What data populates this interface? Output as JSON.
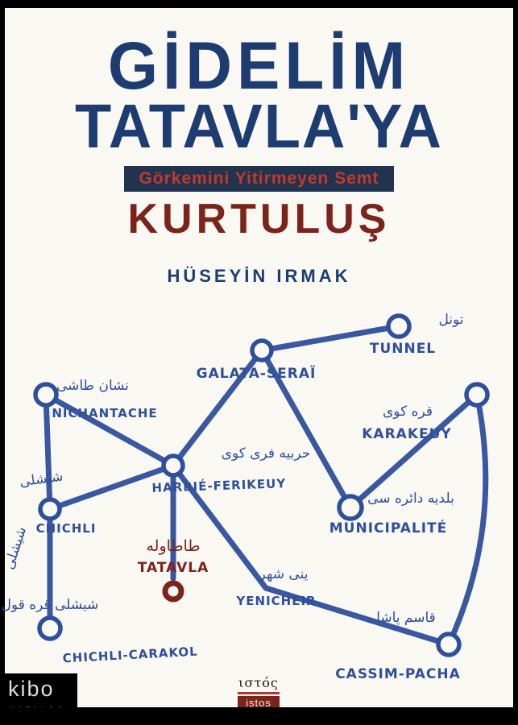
{
  "cover": {
    "title_line1": "GİDELİM",
    "title_line2": "TATAVLA'YA",
    "banner_text": "Görkemini Yitirmeyen Semt",
    "series_title": "KURTULUŞ",
    "author": "HÜSEYİN IRMAK"
  },
  "map": {
    "stations": [
      {
        "id": "tunnel",
        "name": "TUNNEL",
        "ottoman": "تونل"
      },
      {
        "id": "galata-serai",
        "name": "GALATA-SERAÏ"
      },
      {
        "id": "nichantache",
        "name": "NICHANTACHE",
        "ottoman": "نشان طاشی"
      },
      {
        "id": "karakeuy",
        "name": "KARAKEUY",
        "ottoman": "قره كوی"
      },
      {
        "id": "harbie-ferikeuy",
        "name": "HARBIÉ-FERIKEUY",
        "ottoman": "حربیه فری كوی"
      },
      {
        "id": "chichli",
        "name": "CHICHLI",
        "ottoman": "شیشلی",
        "ottoman_alt": "شیشلی"
      },
      {
        "id": "municipalite",
        "name": "MUNICIPALITÉ",
        "ottoman": "بلدیه دائره سی"
      },
      {
        "id": "tatavla",
        "name": "TATAVLA",
        "ottoman": "طاطاوله"
      },
      {
        "id": "yenicheir",
        "name": "YENICHEIR",
        "ottoman": "ینی شهر"
      },
      {
        "id": "chichli-carakol",
        "name": "CHICHLI-CARAKOL",
        "ottoman": "شیشلی قره قول"
      },
      {
        "id": "cassim-pacha",
        "name": "CASSIM-PACHA",
        "ottoman": "قاسم پاشا"
      }
    ]
  },
  "publisher": {
    "greek": "ιστός",
    "latin": "istos"
  },
  "watermark": {
    "brand": "kibo",
    "label": "KATALOG"
  },
  "colors": {
    "title_blue": "#1d3c72",
    "banner_bg": "#22334f",
    "banner_red": "#c23a28",
    "maroon": "#7c241c",
    "map_blue": "#2e4f9c",
    "cover_bg": "#faf8f2",
    "page_bg": "#000000"
  }
}
